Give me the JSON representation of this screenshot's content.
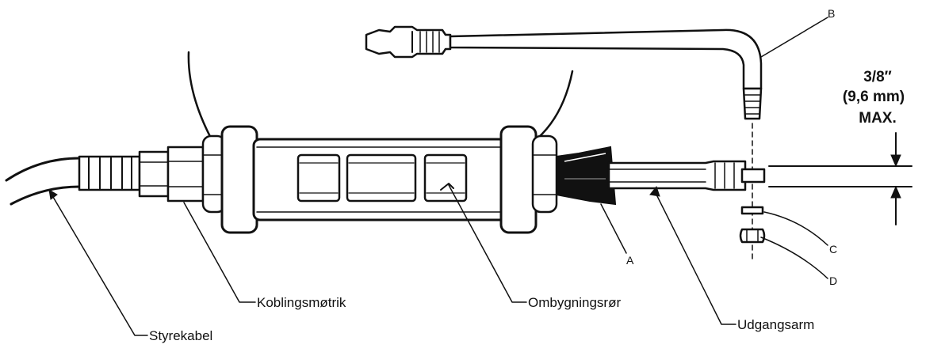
{
  "labels": {
    "b": "B",
    "a": "A",
    "c": "C",
    "d": "D",
    "koblingsmotrik": "Koblingsmøtrik",
    "ombygningsror": "Ombygningsrør",
    "styrekabel": "Styrekabel",
    "udgangsarm": "Udgangsarm"
  },
  "dimension": {
    "imperial": "3/8″",
    "metric": "(9,6 mm)",
    "qualifier": "MAX."
  }
}
